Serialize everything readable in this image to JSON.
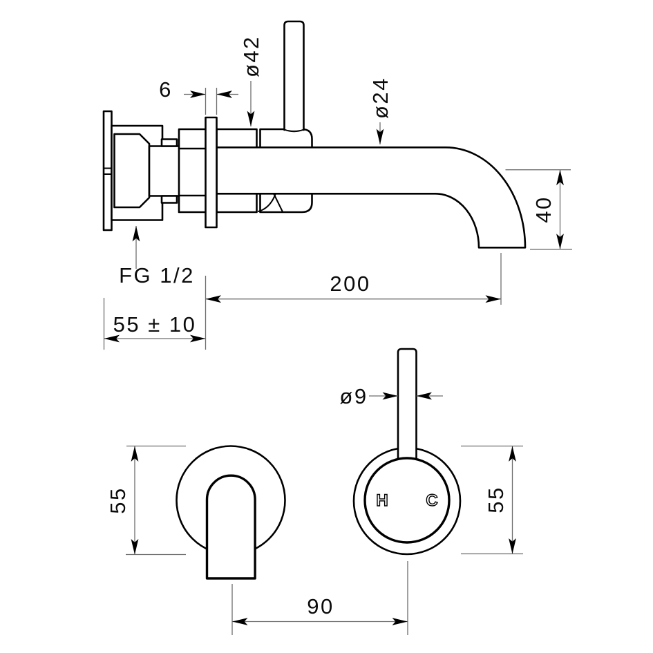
{
  "drawing": {
    "kind": "technical-dimension-drawing",
    "subject": "wall-mounted basin mixer tap with spout",
    "units": "mm",
    "colors": {
      "background": "#ffffff",
      "object_line": "#000000",
      "dimension_line": "#6e6e6e",
      "text": "#0b0b0b"
    },
    "side_view": {
      "dim_plate_thickness": "6",
      "dim_body_diameter": "ø42",
      "dim_spout_diameter": "ø24",
      "dim_spout_drop": "40",
      "dim_spout_reach": "200",
      "label_inlet_thread": "FG 1/2",
      "dim_wall_depth": "55 ± 10"
    },
    "front_view_spout": {
      "dim_flange_diameter": "55",
      "dim_centre_distance": "90"
    },
    "front_view_handle": {
      "dim_lever_diameter": "ø9",
      "dim_flange_diameter": "55",
      "label_hot": "H",
      "label_cold": "C"
    }
  }
}
